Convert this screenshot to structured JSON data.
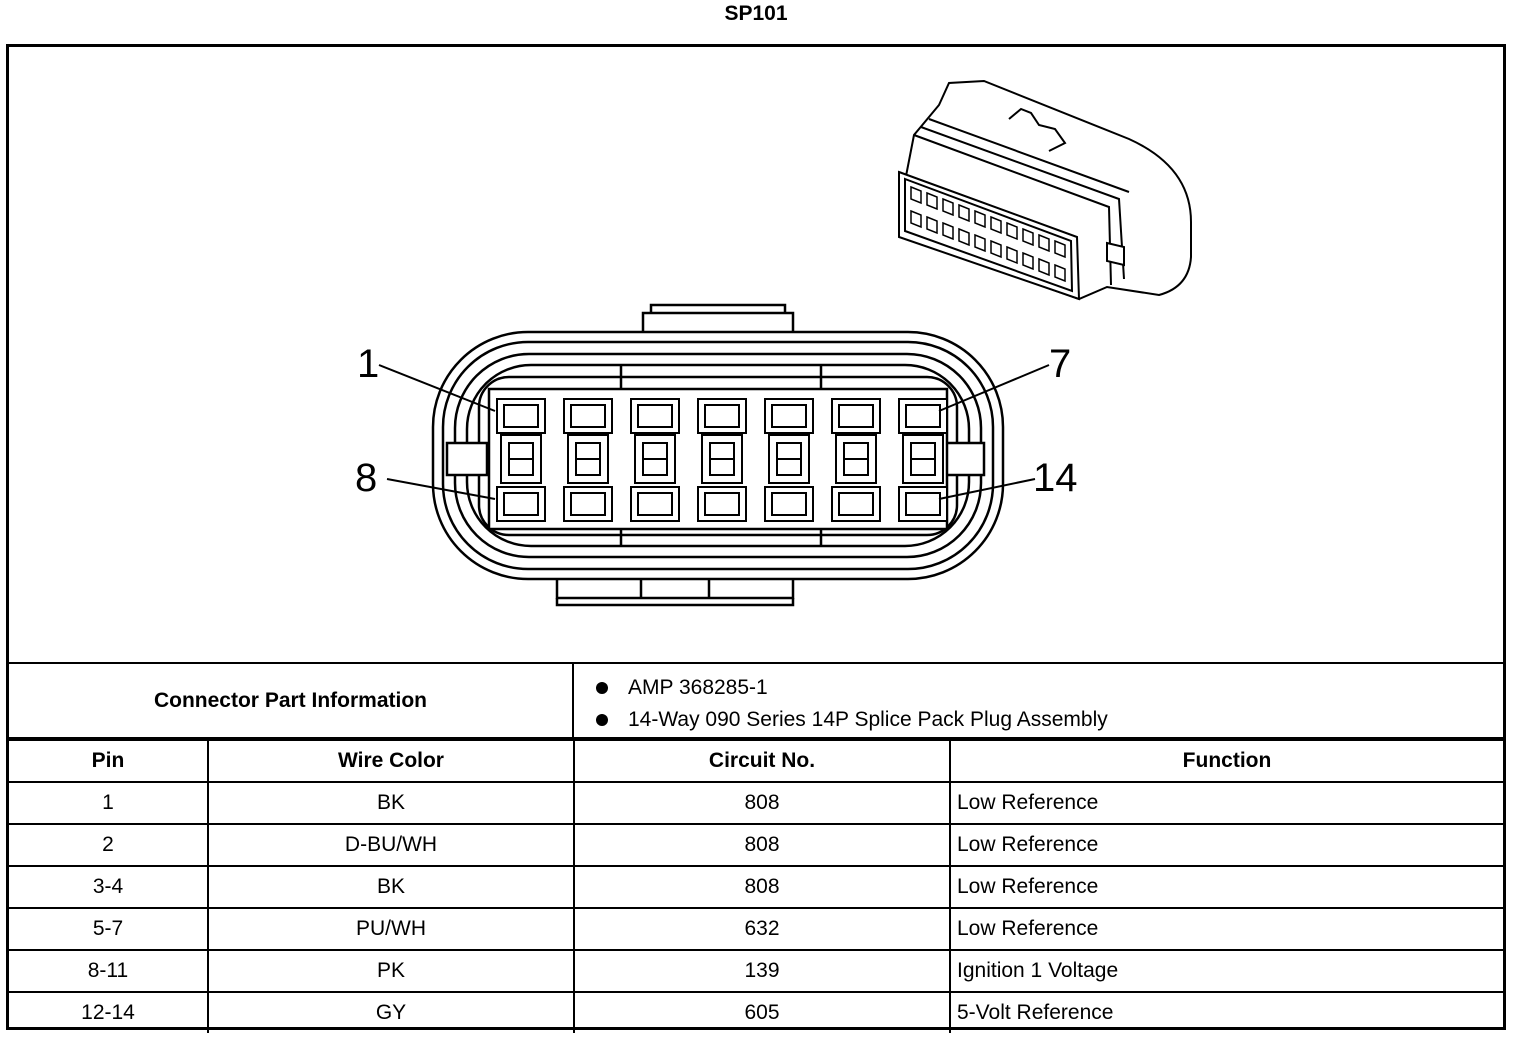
{
  "title": "SP101",
  "diagram": {
    "pin_callouts": [
      "1",
      "7",
      "8",
      "14"
    ]
  },
  "connector_info": {
    "label": "Connector Part Information",
    "items": [
      "AMP 368285-1",
      "14-Way 090 Series 14P Splice Pack Plug Assembly"
    ]
  },
  "table": {
    "headers": [
      "Pin",
      "Wire Color",
      "Circuit No.",
      "Function"
    ],
    "rows": [
      [
        "1",
        "BK",
        "808",
        "Low Reference"
      ],
      [
        "2",
        "D-BU/WH",
        "808",
        "Low Reference"
      ],
      [
        "3-4",
        "BK",
        "808",
        "Low Reference"
      ],
      [
        "5-7",
        "PU/WH",
        "632",
        "Low Reference"
      ],
      [
        "8-11",
        "PK",
        "139",
        "Ignition 1 Voltage"
      ],
      [
        "12-14",
        "GY",
        "605",
        "5-Volt Reference"
      ]
    ]
  }
}
